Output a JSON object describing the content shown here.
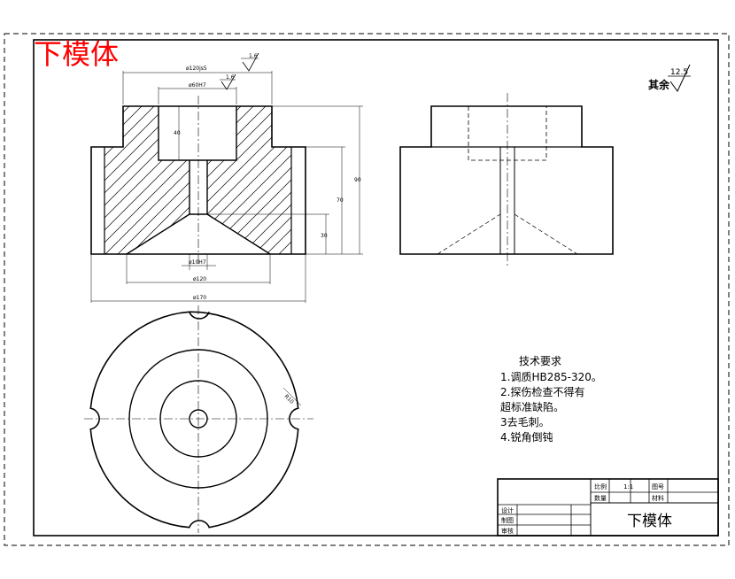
{
  "header": {
    "title": "下模体",
    "title_color": "#ff0000"
  },
  "roughness": {
    "general_value": "12.5",
    "general_prefix": "其余",
    "top_face": "1.6",
    "bore_face": "1.6"
  },
  "dimensions": {
    "front": {
      "top_width": "ø120js5",
      "bore_width": "ø60H7",
      "bore_depth": "40",
      "total_height": "90",
      "body_height": "70",
      "cone_height": "30",
      "small_hole": "ø10H7",
      "cone_base": "ø120",
      "overall_width": "ø170"
    },
    "plan": {
      "slot_radius": "R10"
    }
  },
  "technical_requirements": {
    "title": "技术要求",
    "items": [
      "1.调质HB285-320。",
      "2.探伤检查不得有",
      "超标准缺陷。",
      "3去毛刺。",
      "4.锐角倒钝"
    ]
  },
  "title_block": {
    "part_name": "下模体",
    "scale_label": "比例",
    "scale_value": "1:1",
    "drawing_no_label": "图号",
    "quantity_label": "数量",
    "material_label": "材料",
    "designer_label": "设计",
    "drafter_label": "制图",
    "reviewer_label": "审核"
  }
}
